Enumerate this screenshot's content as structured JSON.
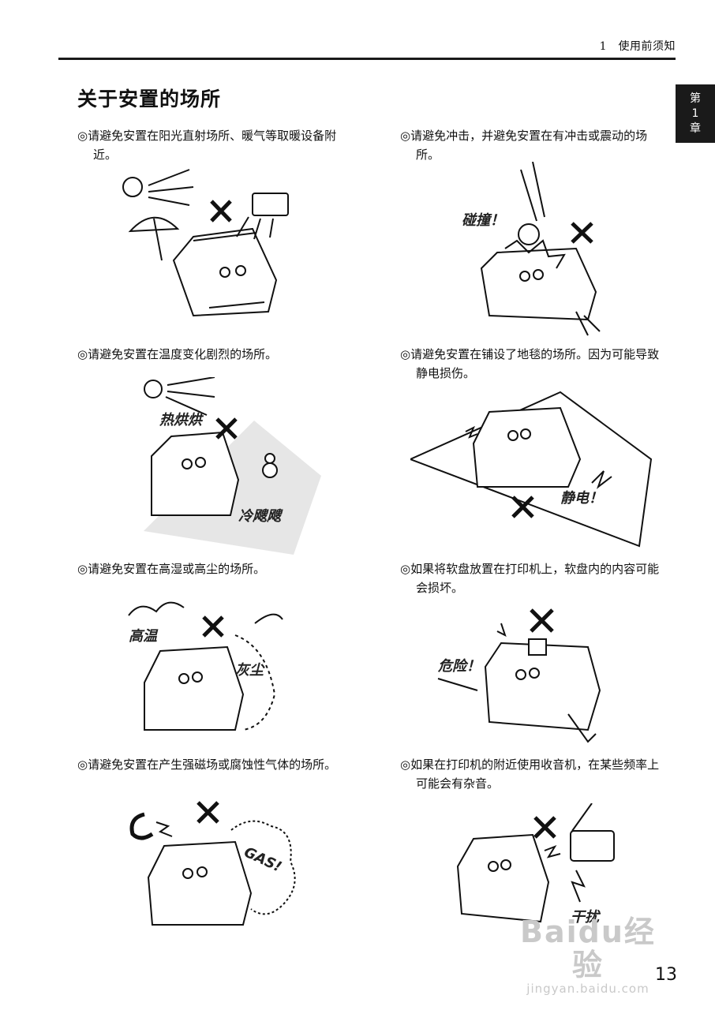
{
  "header": {
    "section": "1　使用前须知"
  },
  "chapter_tab": {
    "line1": "第",
    "line2": "1",
    "line3": "章"
  },
  "title": "关于安置的场所",
  "items": [
    {
      "text": "请避免安置在阳光直射场所、暖气等取暖设备附近。",
      "marker": "◎"
    },
    {
      "text": "请避免冲击，并避免安置在有冲击或震动的场所。",
      "marker": "◎",
      "art_label": "碰撞！"
    },
    {
      "text": "请避免安置在温度变化剧烈的场所。",
      "marker": "◎",
      "art_label_hot": "热烘烘",
      "art_label_cold": "冷飕飕"
    },
    {
      "text": "请避免安置在铺设了地毯的场所。因为可能导致静电损伤。",
      "marker": "◎",
      "art_label": "静电！"
    },
    {
      "text": "请避免安置在高湿或高尘的场所。",
      "marker": "◎",
      "art_label_humid": "高温",
      "art_label_dust": "灰尘"
    },
    {
      "text": "如果将软盘放置在打印机上，软盘内的内容可能会损坏。",
      "marker": "◎",
      "art_label": "危险！"
    },
    {
      "text": "请避免安置在产生强磁场或腐蚀性气体的场所。",
      "marker": "◎",
      "art_label": "GAS!"
    },
    {
      "text": "如果在打印机的附近使用收音机，在某些频率上可能会有杂音。",
      "marker": "◎",
      "art_label": "干扰"
    }
  ],
  "page_number": "13",
  "watermark": {
    "main": "Baidu经验",
    "sub": "jingyan.baidu.com"
  },
  "icons": {
    "forbidden": "x-mark-icon",
    "color_ink": "#111111",
    "color_shade": "#e6e6e6"
  }
}
